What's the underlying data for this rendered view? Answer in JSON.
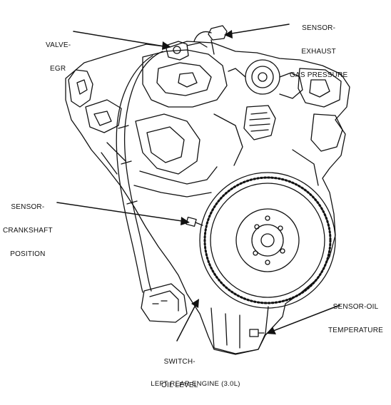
{
  "labels": {
    "valve_egr": [
      "VALVE-",
      "EGR"
    ],
    "sensor_exhaust": [
      "SENSOR-",
      "EXHAUST",
      "GAS PRESSURE"
    ],
    "sensor_crankshaft": [
      "SENSOR-",
      "CRANKSHAFT",
      "POSITION"
    ],
    "sensor_oil_temp": [
      "SENSOR-OIL",
      "TEMPERATURE"
    ],
    "switch_oil_level": [
      "SWITCH-",
      "OIL LEVEL"
    ]
  },
  "caption": "LEFT REAR ENGINE  (3.0L)"
}
